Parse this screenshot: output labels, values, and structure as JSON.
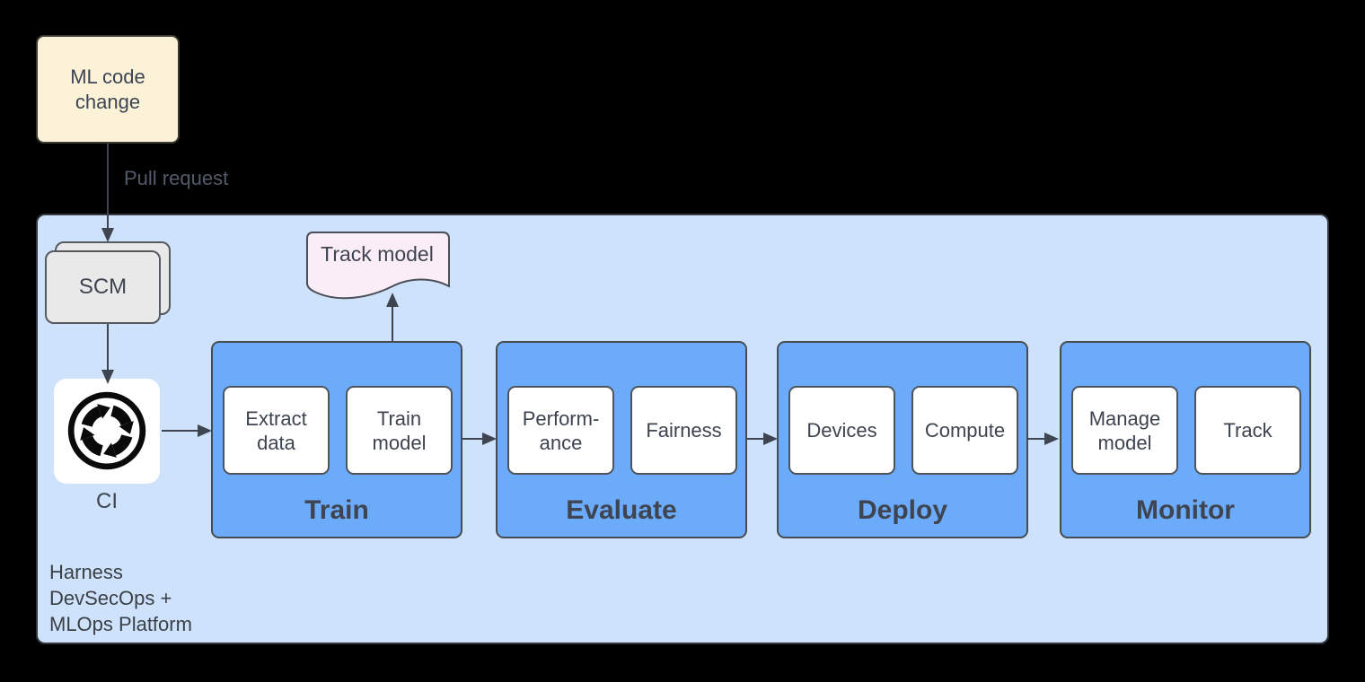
{
  "nodes": {
    "ml_code_change": {
      "label": "ML code\nchange"
    },
    "pull_request": {
      "label": "Pull request"
    },
    "scm": {
      "label": "SCM"
    },
    "ci": {
      "label": "CI",
      "icon": "ci-cycle-arrows-icon"
    },
    "track_model": {
      "label": "Track model"
    },
    "platform_caption": {
      "label": "Harness\nDevSecOps +\nMLOps Platform"
    }
  },
  "stages": [
    {
      "label": "Train",
      "boxes": [
        "Extract\ndata",
        "Train\nmodel"
      ]
    },
    {
      "label": "Evaluate",
      "boxes": [
        "Perform-\nance",
        "Fairness"
      ]
    },
    {
      "label": "Deploy",
      "boxes": [
        "Devices",
        "Compute"
      ]
    },
    {
      "label": "Monitor",
      "boxes": [
        "Manage\nmodel",
        "Track"
      ]
    }
  ],
  "colors": {
    "background": "#000000",
    "platform_fill": "#CFE2FC",
    "stage_fill": "#6CABFA",
    "ml_change_fill": "#FCF2D8",
    "scm_fill": "#E9E9E9",
    "track_model_fill": "#FBEDF8",
    "inner_box_fill": "#FFFFFF",
    "text_dark": "#3E4450",
    "edge_label_gray": "#525B69",
    "arrow": "#3E4450"
  }
}
